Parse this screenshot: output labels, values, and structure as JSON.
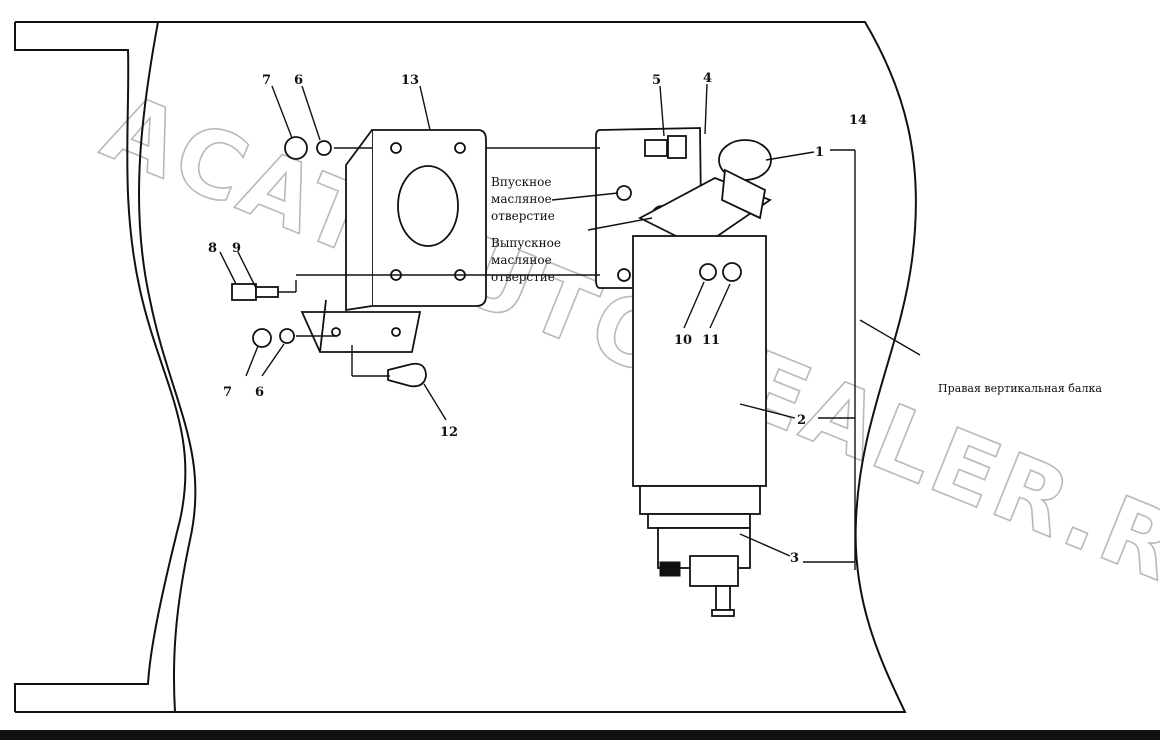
{
  "callouts": {
    "n1": "1",
    "n2": "2",
    "n3": "3",
    "n4": "4",
    "n5": "5",
    "n6a": "6",
    "n6b": "6",
    "n7a": "7",
    "n7b": "7",
    "n8": "8",
    "n9": "9",
    "n10": "10",
    "n11": "11",
    "n12": "12",
    "n13": "13",
    "n14": "14"
  },
  "labels": {
    "inlet_line1": "Впускное",
    "inlet_line2": "масляное",
    "inlet_line3": "отверстие",
    "outlet_line1": "Выпускное",
    "outlet_line2": "масляное",
    "outlet_line3": "отверстие",
    "right_rail": "Правая вертикальная балка"
  },
  "watermark": "ACAT.AUTODEALER.RU",
  "colors": {
    "line": "#111111",
    "background": "#ffffff",
    "watermark": "#b9b9b9"
  }
}
